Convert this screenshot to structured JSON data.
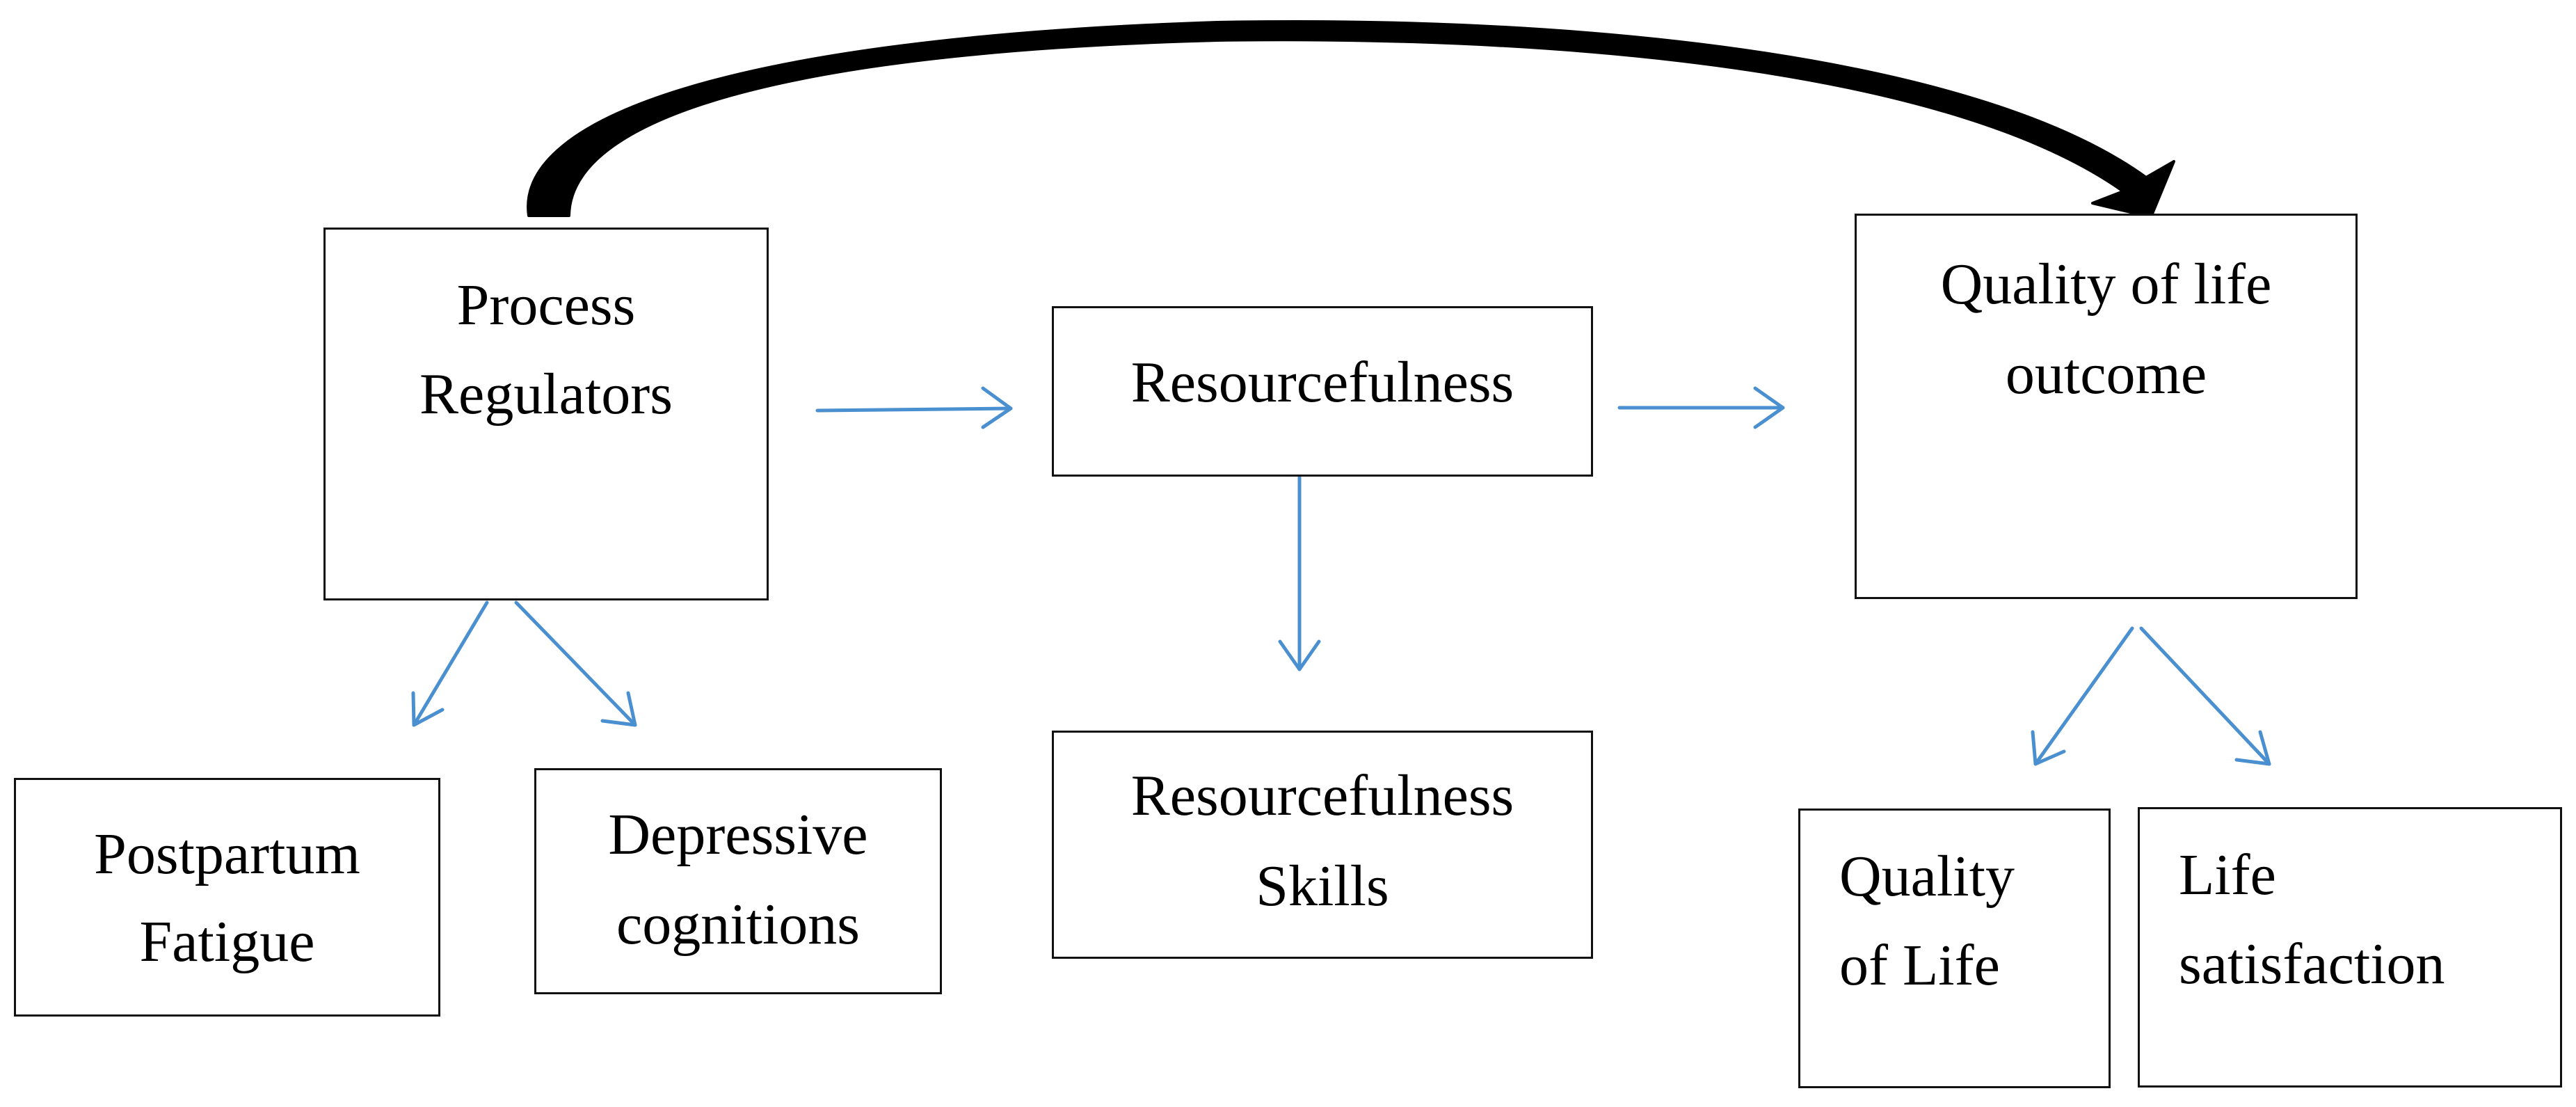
{
  "nodes": {
    "process_regulators": {
      "line1": "Process",
      "line2": "Regulators"
    },
    "resourcefulness": {
      "line1": "Resourcefulness"
    },
    "quality_of_life_outcome": {
      "line1": "Quality of life",
      "line2": "outcome"
    },
    "postpartum_fatigue": {
      "line1": "Postpartum",
      "line2": "Fatigue"
    },
    "depressive_cognitions": {
      "line1": "Depressive",
      "line2": "cognitions"
    },
    "resourcefulness_skills": {
      "line1": "Resourcefulness",
      "line2": "Skills"
    },
    "quality_of_life": {
      "line1": "Quality",
      "line2": "of Life"
    },
    "life_satisfaction": {
      "line1": "Life",
      "line2": "satisfaction"
    }
  },
  "colors": {
    "box_border": "#111111",
    "text": "#000000",
    "arrow_blue": "#4a8fcf",
    "curved_arrow": "#000000",
    "background": "#ffffff"
  },
  "edges": [
    {
      "from": "Process Regulators",
      "to": "Resourcefulness",
      "style": "blue-arrow"
    },
    {
      "from": "Resourcefulness",
      "to": "Quality of life outcome",
      "style": "blue-arrow"
    },
    {
      "from": "Process Regulators",
      "to": "Postpartum Fatigue",
      "style": "blue-arrow"
    },
    {
      "from": "Process Regulators",
      "to": "Depressive cognitions",
      "style": "blue-arrow"
    },
    {
      "from": "Resourcefulness",
      "to": "Resourcefulness Skills",
      "style": "blue-arrow"
    },
    {
      "from": "Quality of life outcome",
      "to": "Quality of Life",
      "style": "blue-arrow"
    },
    {
      "from": "Quality of life outcome",
      "to": "Life satisfaction",
      "style": "blue-arrow"
    },
    {
      "from": "Process Regulators",
      "to": "Quality of life outcome",
      "style": "thick-curved-black-arrow"
    }
  ]
}
